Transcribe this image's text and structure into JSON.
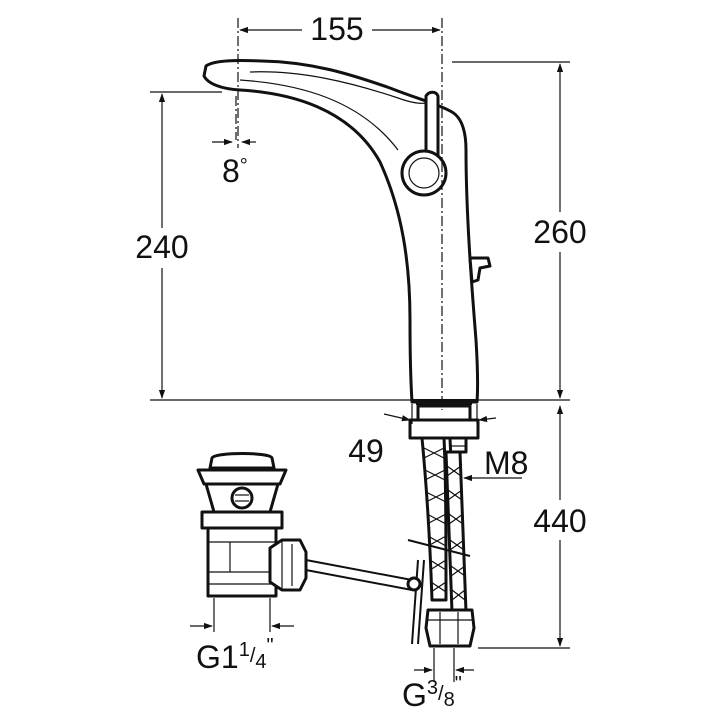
{
  "dimensions": {
    "spout_reach": "155",
    "spout_angle_value": "8",
    "spout_angle_unit": "°",
    "outlet_height": "240",
    "total_height": "260",
    "body_diameter": "49",
    "thread_size": "M8",
    "hose_length": "440",
    "waste_thread_prefix": "G1",
    "waste_thread_num": "1",
    "waste_thread_den": "4",
    "waste_thread_suffix": "\"",
    "hose_thread_prefix": "G",
    "hose_thread_num": "3",
    "hose_thread_den": "8",
    "hose_thread_suffix": "\""
  },
  "colors": {
    "line": "#111111",
    "background": "#ffffff"
  }
}
